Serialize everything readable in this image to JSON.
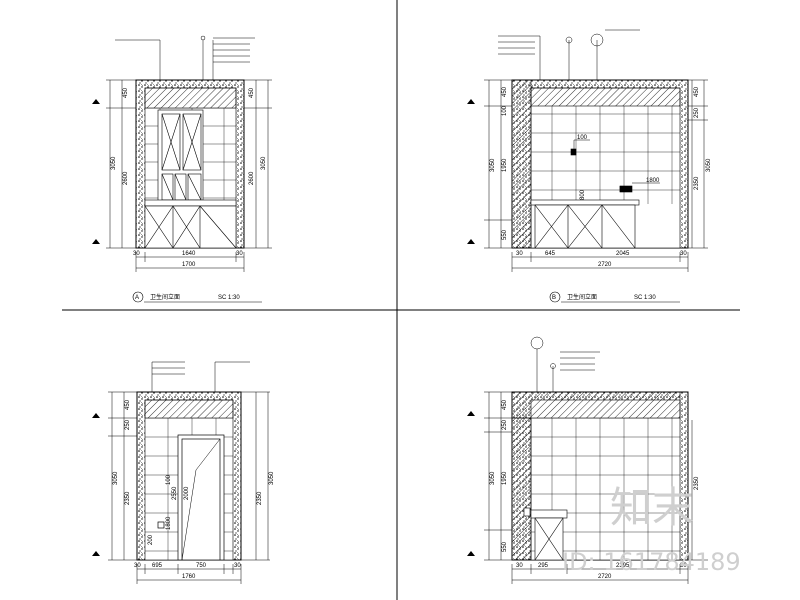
{
  "panels": {
    "a": {
      "marker": "A",
      "title": "卫生间立面",
      "scale": "SC 1:30",
      "dims_left": [
        "450",
        "2600",
        "3050"
      ],
      "dims_right": [
        "450",
        "2600",
        "3050"
      ],
      "dims_bottom": [
        "30",
        "1640",
        "30"
      ],
      "dim_total": "1700"
    },
    "b": {
      "marker": "B",
      "title": "卫生间立面",
      "scale": "SC 1:30",
      "dims_left": [
        "450",
        "100",
        "1950",
        "3050",
        "550"
      ],
      "dims_right": [
        "450",
        "250",
        "2350",
        "3050"
      ],
      "dims_bottom": [
        "30",
        "645",
        "2045",
        "30"
      ],
      "dim_total": "2720",
      "dim_inner": [
        "100",
        "1800",
        "800"
      ]
    },
    "c": {
      "dims_left": [
        "450",
        "250",
        "3050",
        "2350"
      ],
      "dims_right": [
        "3050",
        "2350"
      ],
      "dims_bottom": [
        "30",
        "695",
        "750",
        "30"
      ],
      "dim_total": "1760",
      "dim_inner": [
        "100",
        "2550",
        "1800",
        "2000",
        "200"
      ]
    },
    "d": {
      "dims_left": [
        "450",
        "250",
        "3050",
        "1950",
        "550"
      ],
      "dims_right": [
        "2350"
      ],
      "dims_bottom": [
        "30",
        "295",
        "2395",
        "30"
      ],
      "dim_total": "2720"
    }
  },
  "watermark": {
    "logo_text": "知末",
    "id_text": "ID: 161784189"
  }
}
